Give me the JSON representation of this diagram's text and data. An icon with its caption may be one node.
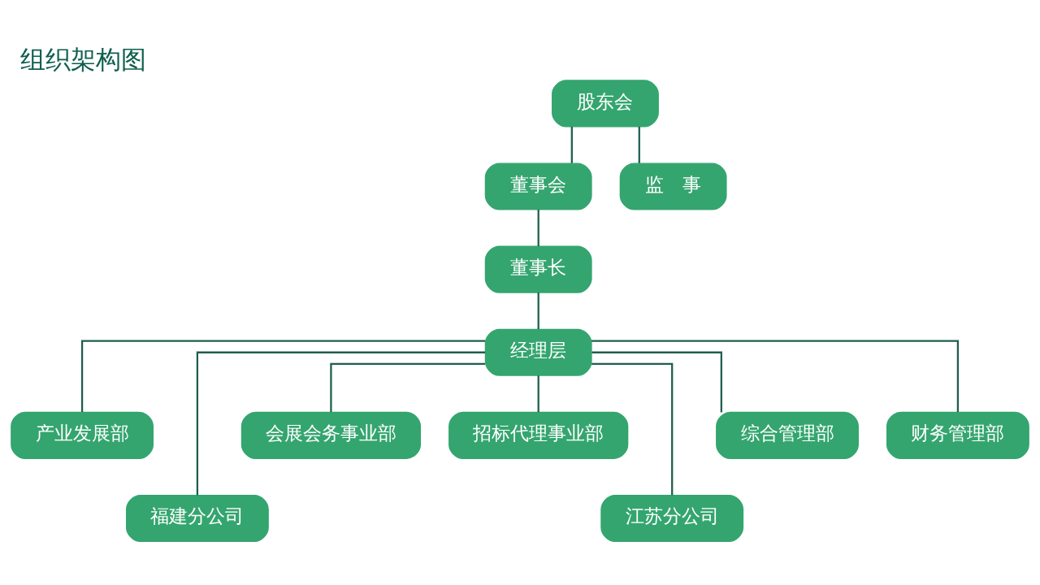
{
  "diagram": {
    "title": "组织架构图",
    "nodes": [
      {
        "text": [
          "股东会"
        ]
      },
      {
        "text": [
          "董事会"
        ]
      },
      {
        "text": [
          "监　事"
        ]
      },
      {
        "text": [
          "董事长"
        ]
      },
      {
        "text": [
          "经理层"
        ]
      },
      {
        "text": [
          "产业发展部"
        ]
      },
      {
        "text": [
          "福建分公司"
        ]
      },
      {
        "text": [
          "会展会务事业部"
        ]
      },
      {
        "text": [
          "招标代理事业部"
        ]
      },
      {
        "text": [
          "江苏分公司"
        ]
      },
      {
        "text": [
          "综合管理部"
        ]
      },
      {
        "text": [
          "财务管理部"
        ]
      }
    ],
    "edges": [
      {
        "from": 0,
        "to": 1,
        "arrow": "none"
      },
      {
        "from": 0,
        "to": 2,
        "arrow": "none"
      },
      {
        "from": 1,
        "to": 3,
        "arrow": "none"
      },
      {
        "from": 3,
        "to": 4,
        "arrow": "none"
      },
      {
        "from": 4,
        "to": 5,
        "arrow": "none"
      },
      {
        "from": 4,
        "to": 6,
        "arrow": "none"
      },
      {
        "from": 4,
        "to": 7,
        "arrow": "none"
      },
      {
        "from": 4,
        "to": 8,
        "arrow": "none"
      },
      {
        "from": 4,
        "to": 9,
        "arrow": "none"
      },
      {
        "from": 4,
        "to": 10,
        "arrow": "none"
      },
      {
        "from": 4,
        "to": 11,
        "arrow": "none"
      }
    ]
  }
}
